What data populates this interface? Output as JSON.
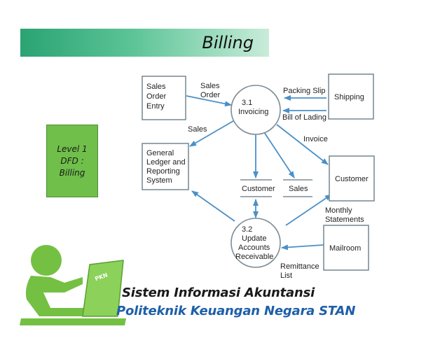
{
  "slide": {
    "title": "Billing",
    "level_label": [
      "Level 1",
      "DFD :",
      "Billing"
    ]
  },
  "diagram": {
    "entities": {
      "sales_order_entry": [
        "Sales",
        "Order",
        "Entry"
      ],
      "shipping": [
        "Shipping"
      ],
      "general_ledger": [
        "General",
        "Ledger and",
        "Reporting",
        "System"
      ],
      "customer": [
        "Customer"
      ],
      "mailroom": [
        "Mailroom"
      ]
    },
    "processes": {
      "invoicing": [
        "3.1",
        "Invoicing"
      ],
      "update_ar": [
        "3.2",
        "Update",
        "Accounts",
        "Receivable"
      ]
    },
    "stores": {
      "customer": "Customer",
      "sales": "Sales"
    },
    "flows": {
      "sales_order": [
        "Sales",
        "Order"
      ],
      "packing_slip": "Packing Slip",
      "bill_of_lading": "Bill of Lading",
      "sales": "Sales",
      "invoice": "Invoice",
      "monthly_statements": [
        "Monthly",
        "Statements"
      ],
      "remittance_list": [
        "Remittance",
        "List"
      ]
    }
  },
  "logo": {
    "line1": "Sistem Informasi Akuntansi",
    "line2": "Politeknik Keuangan Negara STAN",
    "badge": "PKN"
  },
  "colors": {
    "arrow": "#4a90c8",
    "outline": "#7d8d96",
    "logo_green": "#74c043",
    "logo_blue": "#1e5fa8"
  }
}
